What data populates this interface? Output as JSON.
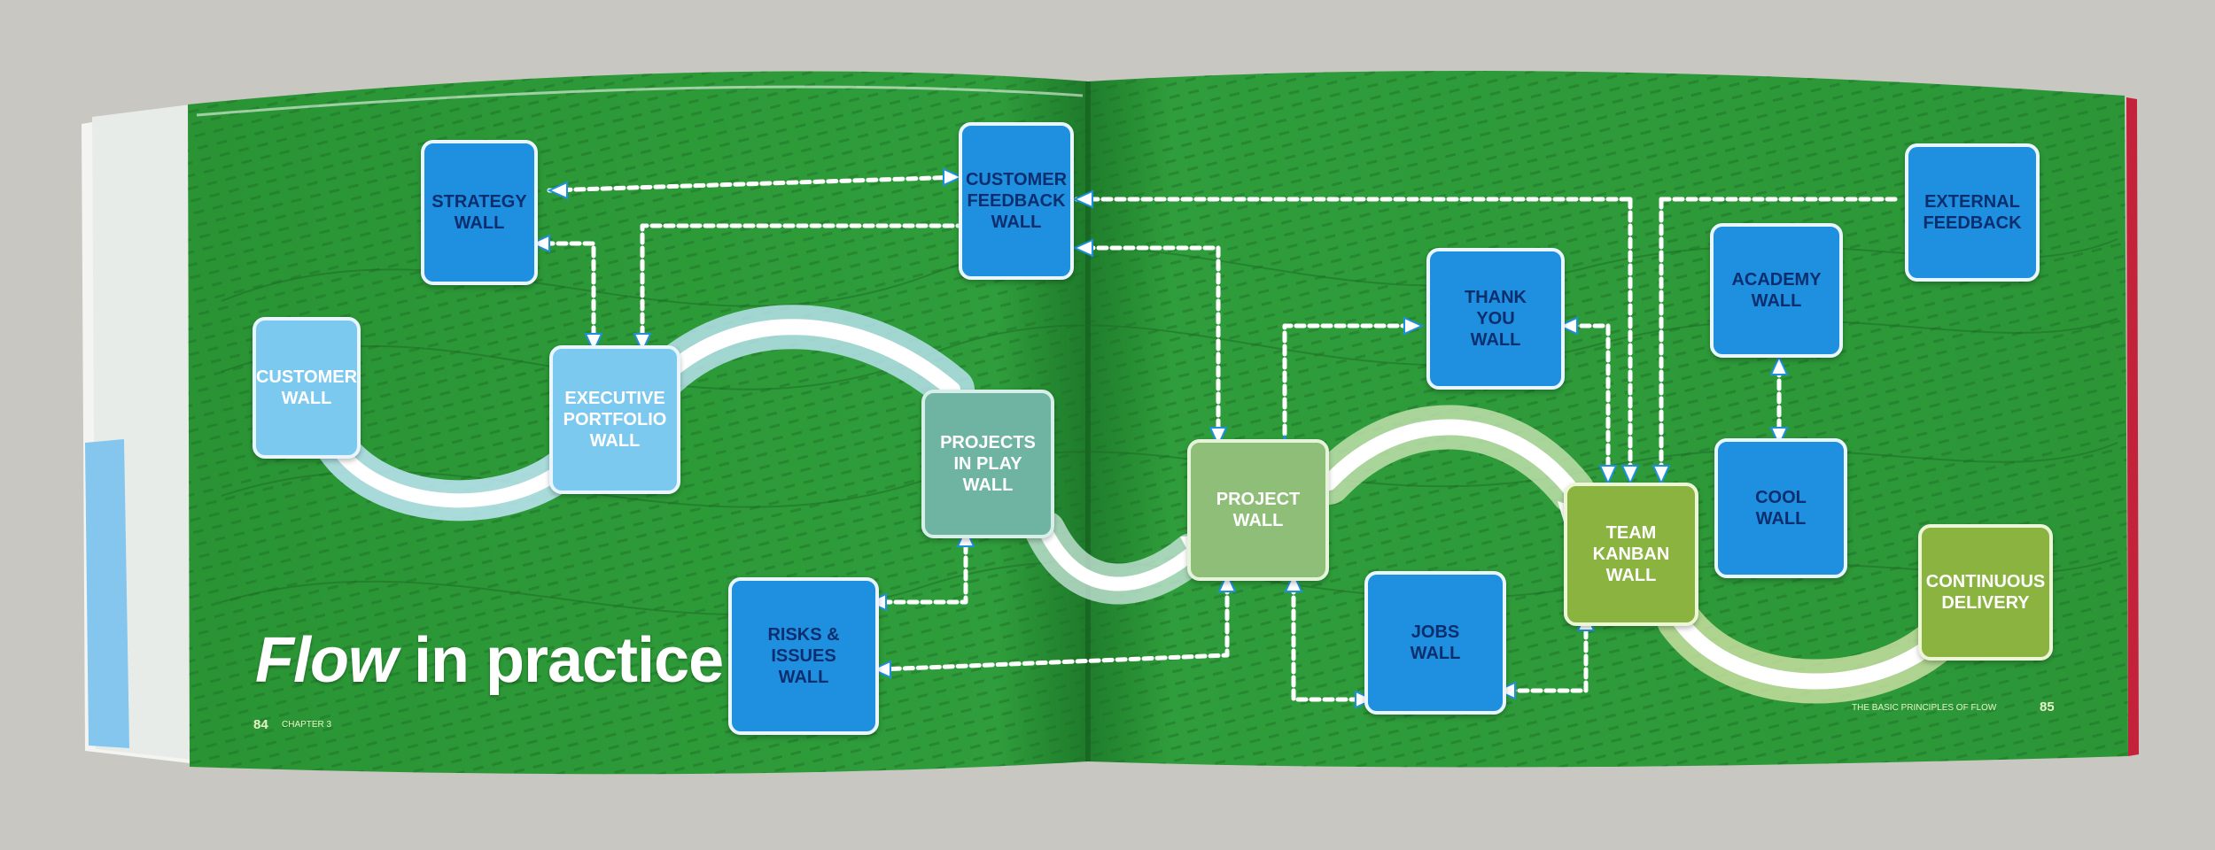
{
  "title": {
    "emphasis": "Flow",
    "rest": " in practice"
  },
  "left_page": {
    "number": "84",
    "chapter": "CHAPTER 3"
  },
  "right_page": {
    "number": "85",
    "running_head": "THE BASIC PRINCIPLES OF FLOW"
  },
  "nodes": {
    "strategy": "STRATEGY\nWALL",
    "customer_feedback": "CUSTOMER\nFEEDBACK\nWALL",
    "customer": "CUSTOMER\nWALL",
    "executive_portfolio": "EXECUTIVE\nPORTFOLIO\nWALL",
    "projects_in_play": "PROJECTS\nIN PLAY\nWALL",
    "risks_issues": "RISKS &\nISSUES\nWALL",
    "project": "PROJECT\nWALL",
    "thank_you": "THANK\nYOU\nWALL",
    "jobs": "JOBS\nWALL",
    "team_kanban": "TEAM\nKANBAN\nWALL",
    "academy": "ACADEMY\nWALL",
    "cool": "COOL\nWALL",
    "external_feedback": "EXTERNAL\nFEEDBACK",
    "continuous_delivery": "CONTINUOUS\nDELIVERY"
  },
  "colors": {
    "page_green": "#2f9a3a",
    "dark_blue_node": "#1f8fe0",
    "light_blue_node": "#7cc9ef",
    "teal_node": "#6fb3a3",
    "sage_node": "#8fbe78",
    "olive_node": "#8bb340",
    "flow_arrow": "#ffffff",
    "connector": "#ffffff"
  }
}
